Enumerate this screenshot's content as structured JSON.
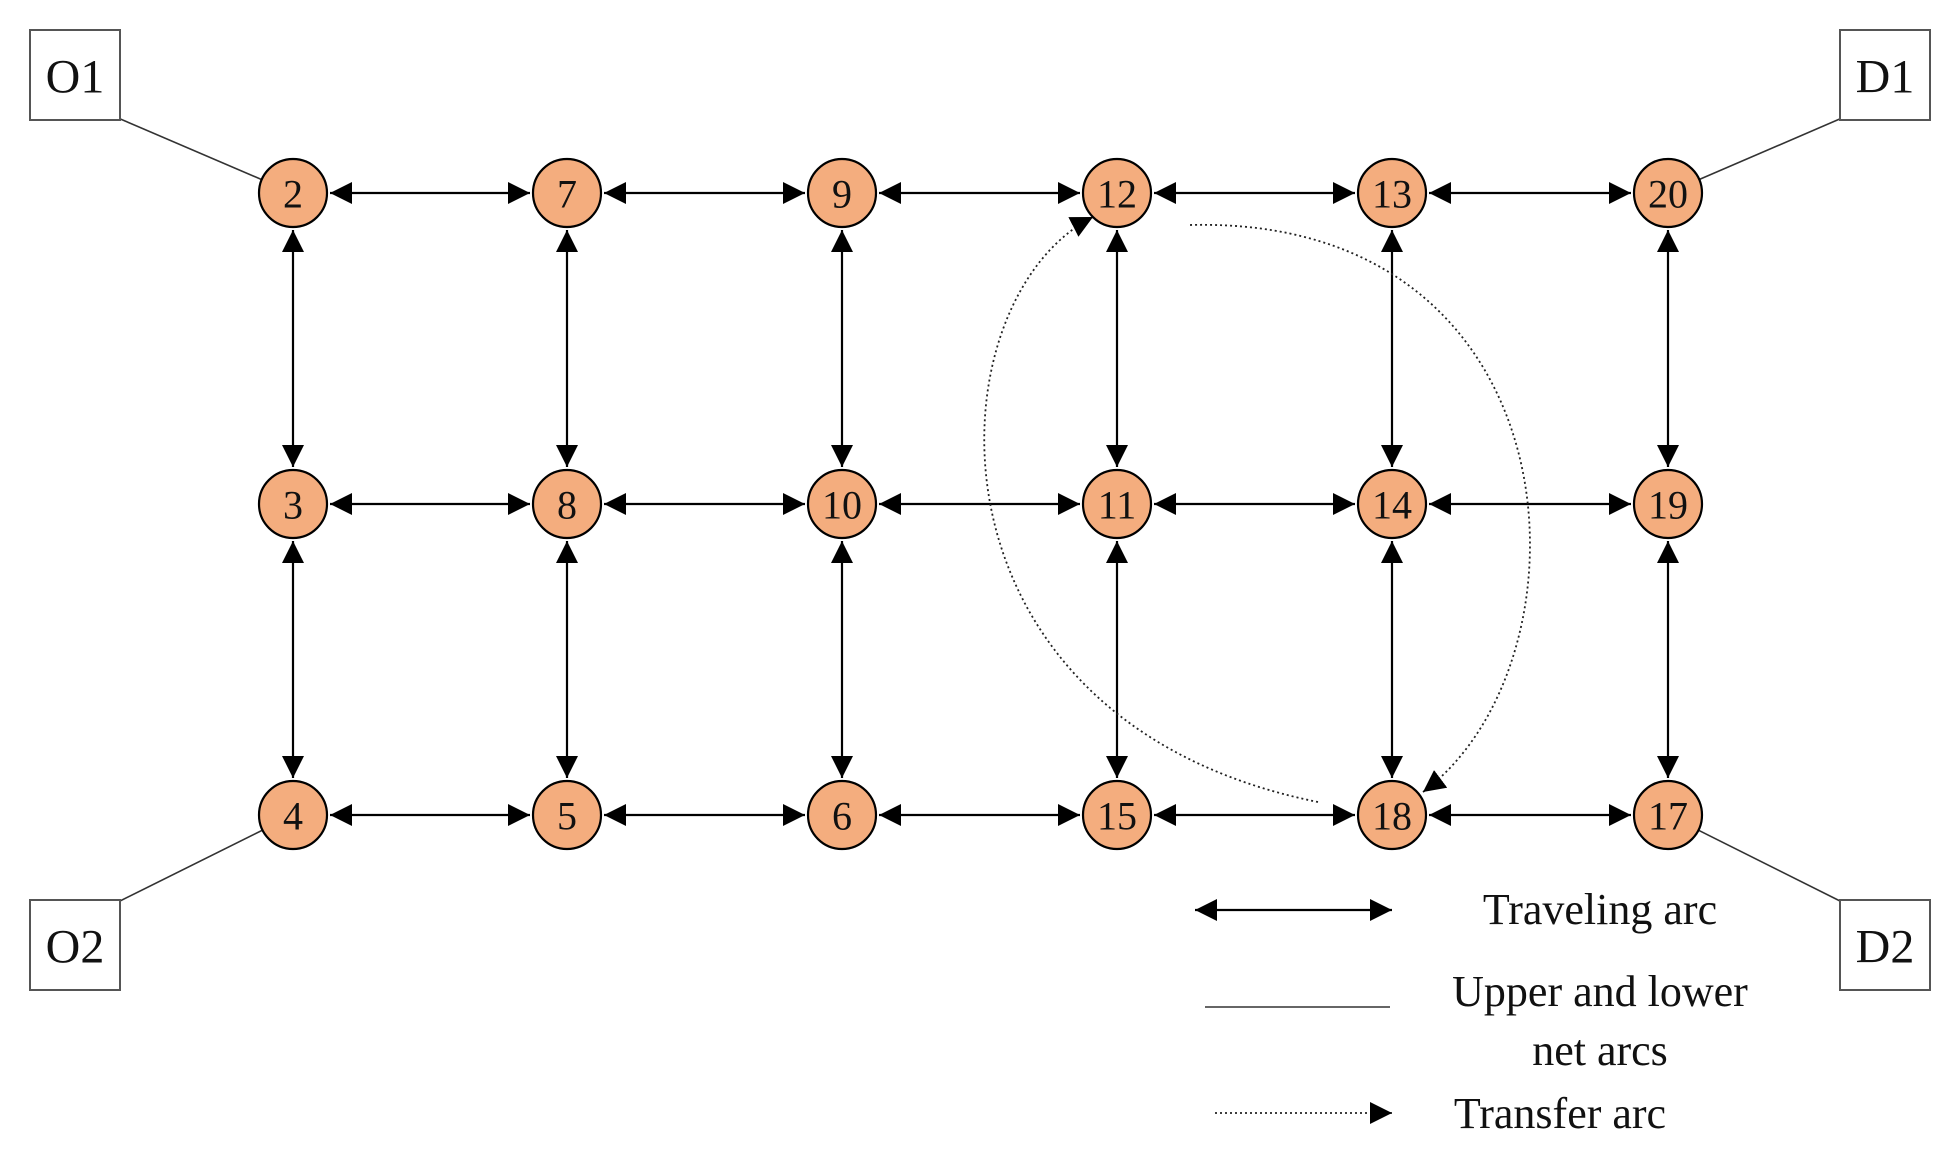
{
  "nodes": [
    {
      "id": "2",
      "label": "2"
    },
    {
      "id": "7",
      "label": "7"
    },
    {
      "id": "9",
      "label": "9"
    },
    {
      "id": "12",
      "label": "12"
    },
    {
      "id": "13",
      "label": "13"
    },
    {
      "id": "20",
      "label": "20"
    },
    {
      "id": "3",
      "label": "3"
    },
    {
      "id": "8",
      "label": "8"
    },
    {
      "id": "10",
      "label": "10"
    },
    {
      "id": "11",
      "label": "11"
    },
    {
      "id": "14",
      "label": "14"
    },
    {
      "id": "19",
      "label": "19"
    },
    {
      "id": "4",
      "label": "4"
    },
    {
      "id": "5",
      "label": "5"
    },
    {
      "id": "6",
      "label": "6"
    },
    {
      "id": "15",
      "label": "15"
    },
    {
      "id": "18",
      "label": "18"
    },
    {
      "id": "17",
      "label": "17"
    }
  ],
  "terminals": [
    {
      "id": "O1",
      "label": "O1",
      "connects_to": "2"
    },
    {
      "id": "D1",
      "label": "D1",
      "connects_to": "20"
    },
    {
      "id": "O2",
      "label": "O2",
      "connects_to": "4"
    },
    {
      "id": "D2",
      "label": "D2",
      "connects_to": "17"
    }
  ],
  "traveling_arcs": [
    [
      "2",
      "7"
    ],
    [
      "7",
      "9"
    ],
    [
      "9",
      "12"
    ],
    [
      "12",
      "13"
    ],
    [
      "13",
      "20"
    ],
    [
      "3",
      "8"
    ],
    [
      "8",
      "10"
    ],
    [
      "10",
      "11"
    ],
    [
      "11",
      "14"
    ],
    [
      "14",
      "19"
    ],
    [
      "4",
      "5"
    ],
    [
      "5",
      "6"
    ],
    [
      "6",
      "15"
    ],
    [
      "15",
      "18"
    ],
    [
      "18",
      "17"
    ],
    [
      "2",
      "3"
    ],
    [
      "3",
      "4"
    ],
    [
      "7",
      "8"
    ],
    [
      "8",
      "5"
    ],
    [
      "9",
      "10"
    ],
    [
      "10",
      "6"
    ],
    [
      "12",
      "11"
    ],
    [
      "11",
      "15"
    ],
    [
      "13",
      "14"
    ],
    [
      "14",
      "18"
    ],
    [
      "20",
      "19"
    ],
    [
      "19",
      "17"
    ]
  ],
  "transfer_arcs": [
    {
      "from": "12",
      "to": "18"
    },
    {
      "from": "18",
      "to": "12"
    }
  ],
  "legend": {
    "traveling": "Traveling arc",
    "net_line1": "Upper and lower",
    "net_line2": "net arcs",
    "transfer": "Transfer arc"
  },
  "colors": {
    "node_fill": "#f4ad7e",
    "stroke": "#000000"
  }
}
